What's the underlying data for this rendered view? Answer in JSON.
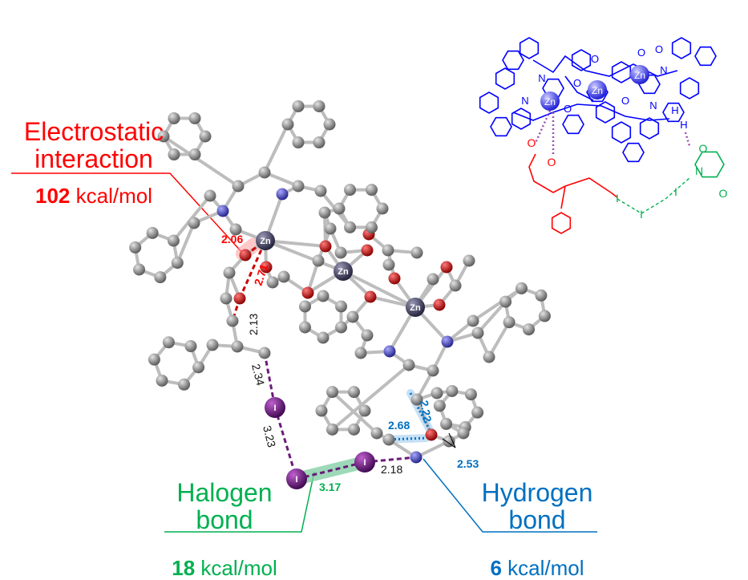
{
  "callouts": {
    "electrostatic": {
      "title_line1": "Electrostatic",
      "title_line2": "interaction",
      "energy_value": "102",
      "energy_unit": "kcal/mol",
      "color": "#ff0000"
    },
    "halogen": {
      "title_line1": "Halogen",
      "title_line2": "bond",
      "energy_value": "18",
      "energy_unit": "kcal/mol",
      "color": "#00b050"
    },
    "hydrogen": {
      "title_line1": "Hydrogen",
      "title_line2": "bond",
      "energy_value": "6",
      "energy_unit": "kcal/mol",
      "color": "#0070c0"
    }
  },
  "distances": {
    "d206": "2.06",
    "d271": "2.71",
    "d213": "2.13",
    "d234": "2.34",
    "d323": "3.23",
    "d317": "3.17",
    "d218": "2.18",
    "d268": "2.68",
    "d222": "2.22",
    "d253": "2.53"
  },
  "atom_labels": {
    "zinc": "Zn",
    "iodine": "I"
  },
  "schematic": {
    "zinc": "Zn",
    "nitrogen": "N",
    "oxygen": "O",
    "hydrogen": "H",
    "iodine": "I"
  },
  "colors": {
    "carbon": "#777777",
    "nitrogen": "#3c3ca8",
    "oxygen": "#cc0000",
    "zinc": "#3c3c5a",
    "iodine": "#6a1a78",
    "bond": "#bbbbbb",
    "complex_blue": "#0000ff",
    "substrate_red": "#ff0000",
    "succinimide_green": "#00b050"
  }
}
